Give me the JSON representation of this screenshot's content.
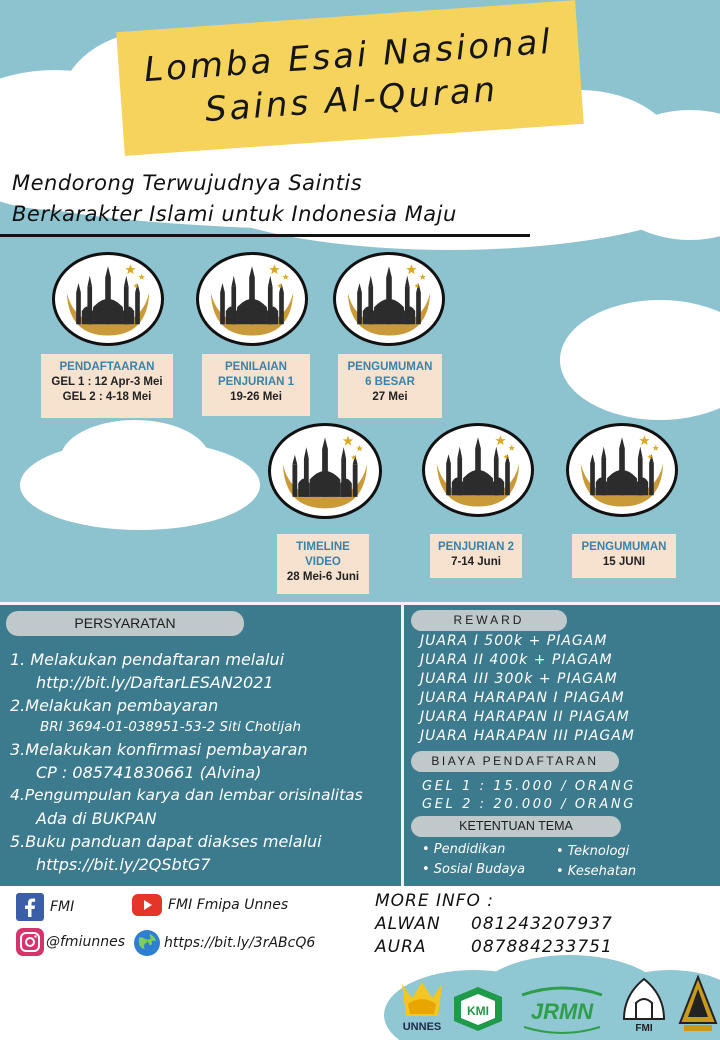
{
  "title": {
    "line1": "Lomba Esai Nasional",
    "line2": "Sains Al-Quran"
  },
  "tagline": {
    "line1": "Mendorong Terwujudnya Saintis",
    "line2": "Berkarakter Islami untuk Indonesia Maju"
  },
  "timeline": [
    {
      "title": "PENDAFTAARAN",
      "lines": [
        "GEL 1 : 12 Apr-3 Mei",
        "GEL 2 : 4-18 Mei"
      ]
    },
    {
      "title": "PENILAIAN",
      "title2": "PENJURIAN 1",
      "lines": [
        "19-26 Mei"
      ]
    },
    {
      "title": "PENGUMUMAN",
      "title2": "6 BESAR",
      "lines": [
        "27 Mei"
      ]
    },
    {
      "title": "TIMELINE",
      "title2": "VIDEO",
      "lines": [
        "28 Mei-6 Juni"
      ]
    },
    {
      "title": "PENJURIAN 2",
      "lines": [
        "7-14 Juni"
      ]
    },
    {
      "title": "PENGUMUMAN",
      "lines": [
        "15 JUNI"
      ]
    }
  ],
  "requirements": {
    "heading": "PERSYARATAN",
    "items": [
      "1. Melakukan pendaftaran melalui",
      "http://bit.ly/DaftarLESAN2021",
      "2.Melakukan pembayaran",
      "BRI 3694-01-038951-53-2 Siti Chotijah",
      "3.Melakukan konfirmasi pembayaran",
      "CP : 085741830661 (Alvina)",
      "4.Pengumpulan karya dan lembar orisinalitas",
      "Ada di BUKPAN",
      "5.Buku panduan dapat diakses melalui",
      "https://bit.ly/2QSbtG7"
    ]
  },
  "reward": {
    "heading": "REWARD",
    "items": [
      "JUARA I 500k +  PIAGAM",
      "JUARA II 400k +  PIAGAM",
      "JUARA III 300k +  PIAGAM",
      "JUARA HARAPAN I PIAGAM",
      "JUARA HARAPAN II PIAGAM",
      "JUARA HARAPAN III PIAGAM"
    ]
  },
  "fees": {
    "heading": "BIAYA PENDAFTARAN",
    "items": [
      "GEL 1 : 15.000 / ORANG",
      "GEL 2 : 20.000 / ORANG"
    ]
  },
  "themes": {
    "heading": "KETENTUAN TEMA",
    "left": [
      "• Pendidikan",
      "• Sosial Budaya"
    ],
    "right": [
      "• Teknologi",
      "• Kesehatan"
    ]
  },
  "social": {
    "facebook": "FMI",
    "youtube": "FMI Fmipa Unnes",
    "instagram": "@fmiunnes",
    "website": "https://bit.ly/3rABcQ6"
  },
  "more_info": {
    "heading": "MORE INFO :",
    "contacts": [
      {
        "name": "ALWAN",
        "phone": "081243207937"
      },
      {
        "name": "AURA",
        "phone": "087884233751"
      }
    ]
  },
  "logos": {
    "unnes": "UNNES",
    "kmi": "KMI",
    "jrmn": "JRMN",
    "fmi": "FMI"
  },
  "colors": {
    "sky": "#8dc2cf",
    "panel": "#3c7a8d",
    "title_bg": "#f6d35c",
    "label_bg": "#f7e1cf",
    "label_title": "#3a82a7"
  }
}
